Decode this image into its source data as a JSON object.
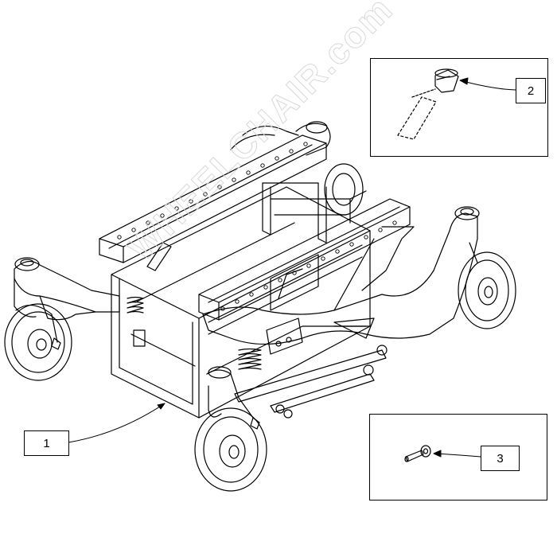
{
  "callouts": [
    {
      "id": "1",
      "label": "1"
    },
    {
      "id": "2",
      "label": "2"
    },
    {
      "id": "3",
      "label": "3"
    }
  ],
  "watermark": "WHEELCHAIR.com",
  "colors": {
    "line": "#000000",
    "watermark": "#d8d8d8"
  }
}
